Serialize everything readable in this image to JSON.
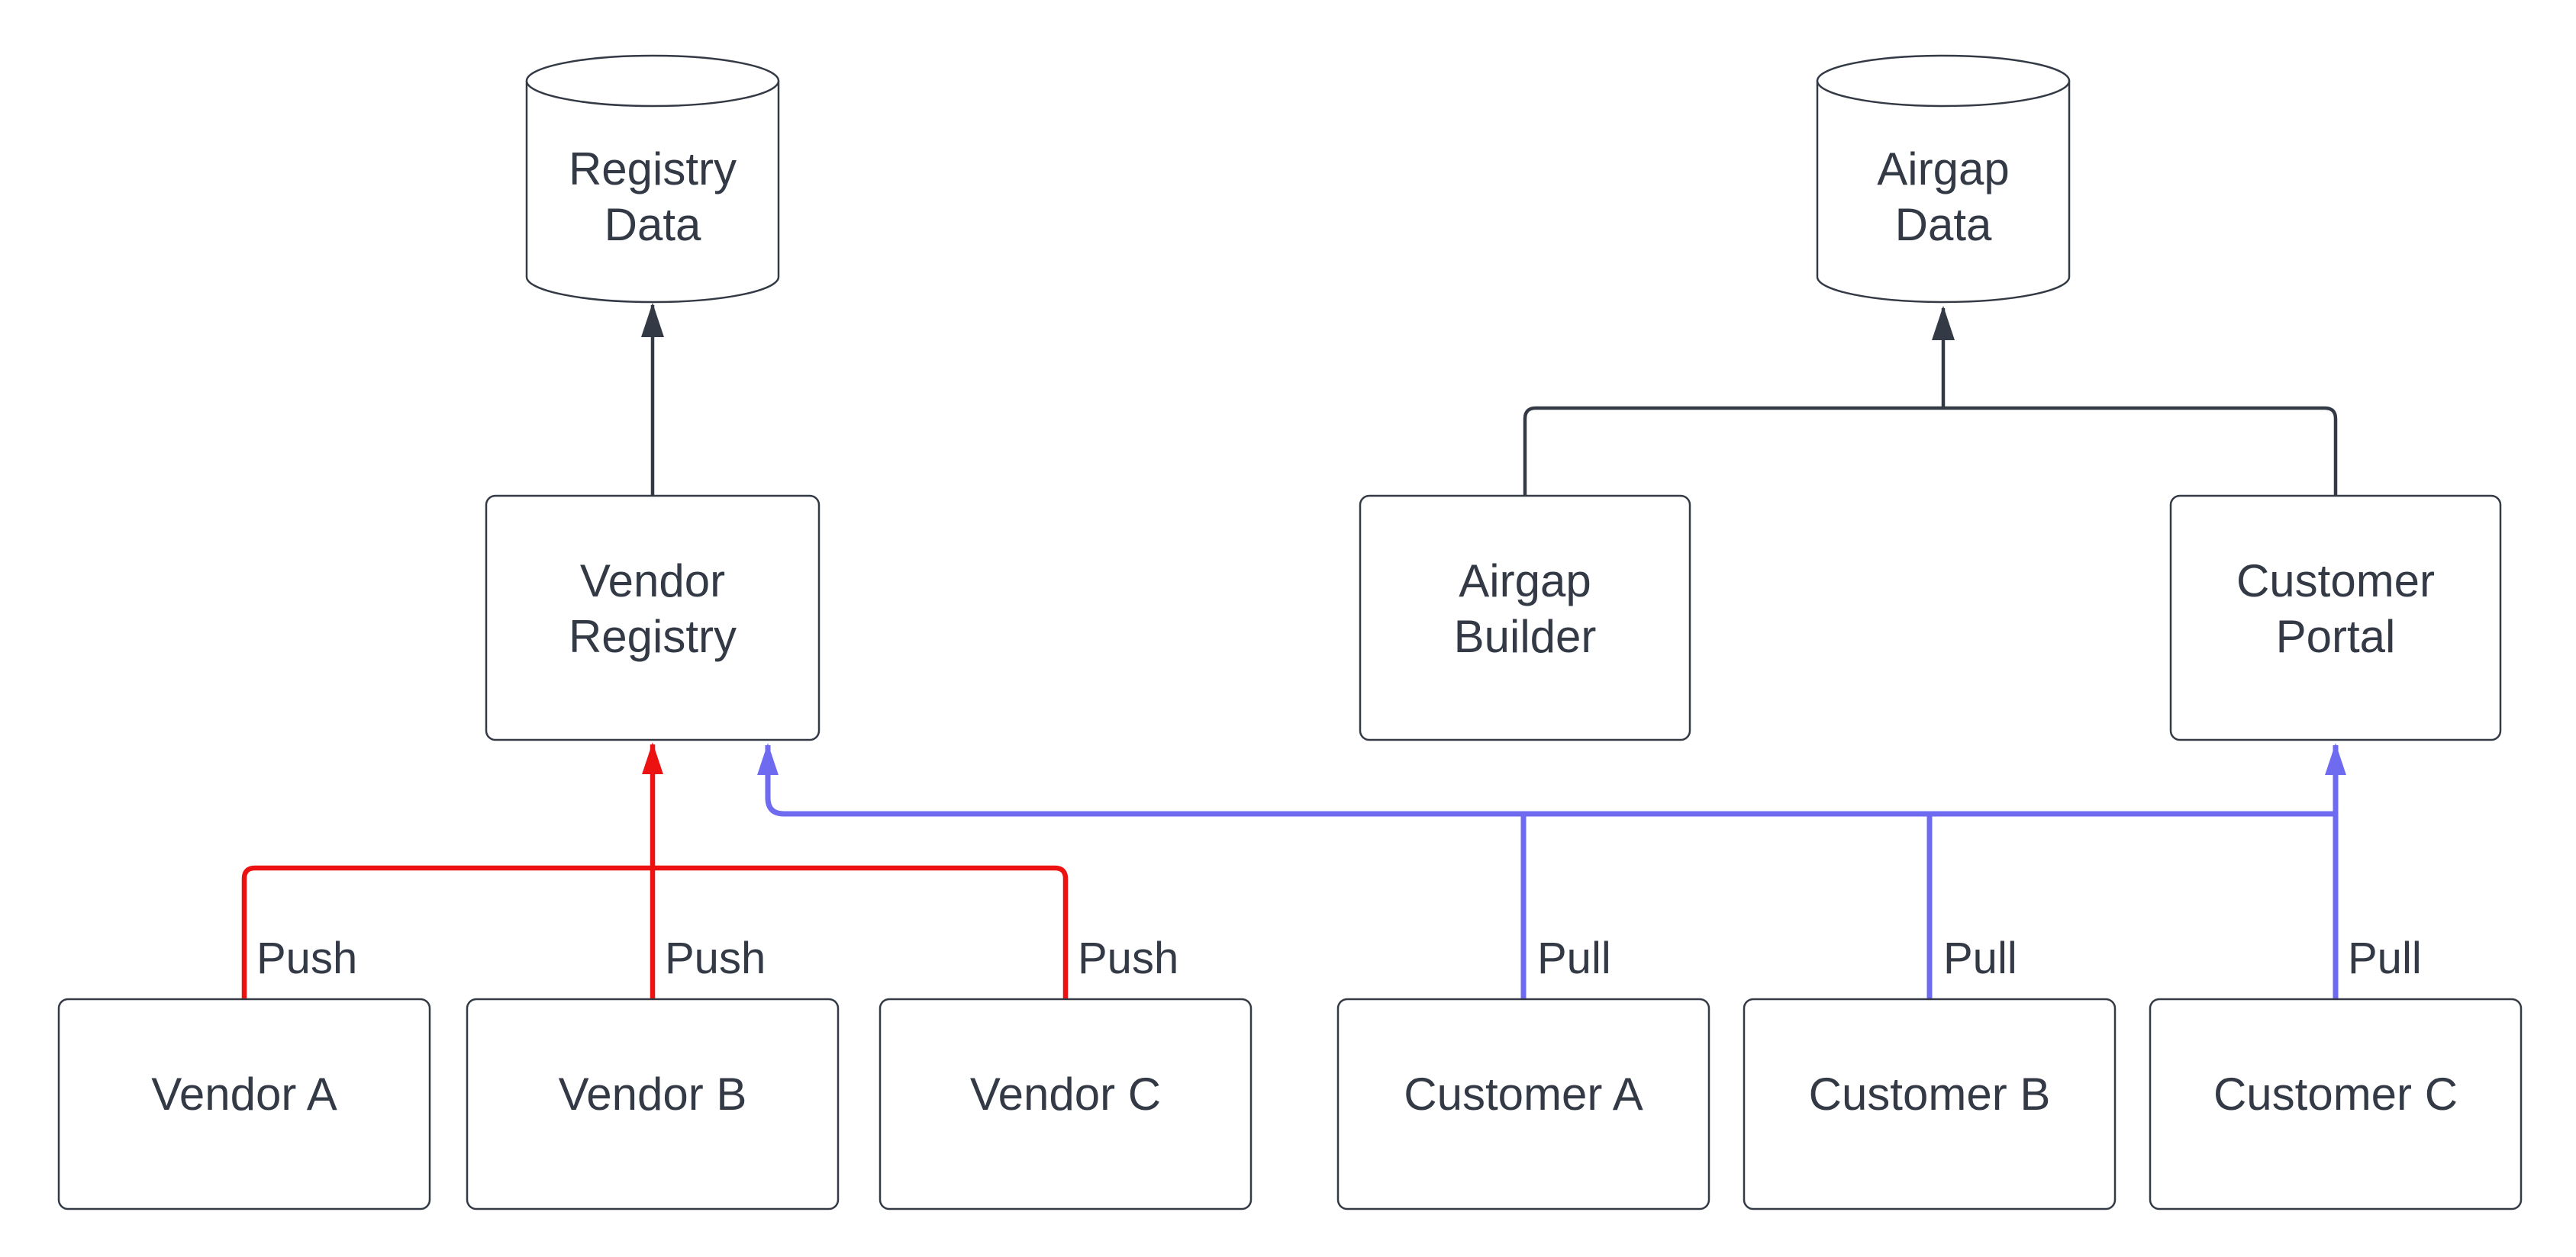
{
  "colors": {
    "dark": "#333a45",
    "red": "#ec1212",
    "blue": "#6e6bf1",
    "node_fill": "#ffffff",
    "background": "#ffffff"
  },
  "datastores": {
    "registry_data": {
      "line1": "Registry",
      "line2": "Data"
    },
    "airgap_data": {
      "line1": "Airgap",
      "line2": "Data"
    }
  },
  "services": {
    "vendor_registry": {
      "line1": "Vendor",
      "line2": "Registry"
    },
    "airgap_builder": {
      "line1": "Airgap",
      "line2": "Builder"
    },
    "customer_portal": {
      "line1": "Customer",
      "line2": "Portal"
    }
  },
  "vendors": [
    {
      "label": "Vendor A"
    },
    {
      "label": "Vendor B"
    },
    {
      "label": "Vendor C"
    }
  ],
  "customers": [
    {
      "label": "Customer A"
    },
    {
      "label": "Customer B"
    },
    {
      "label": "Customer C"
    }
  ],
  "edge_labels": {
    "pushes": [
      "Push",
      "Push",
      "Push"
    ],
    "pulls": [
      "Pull",
      "Pull",
      "Pull"
    ]
  }
}
